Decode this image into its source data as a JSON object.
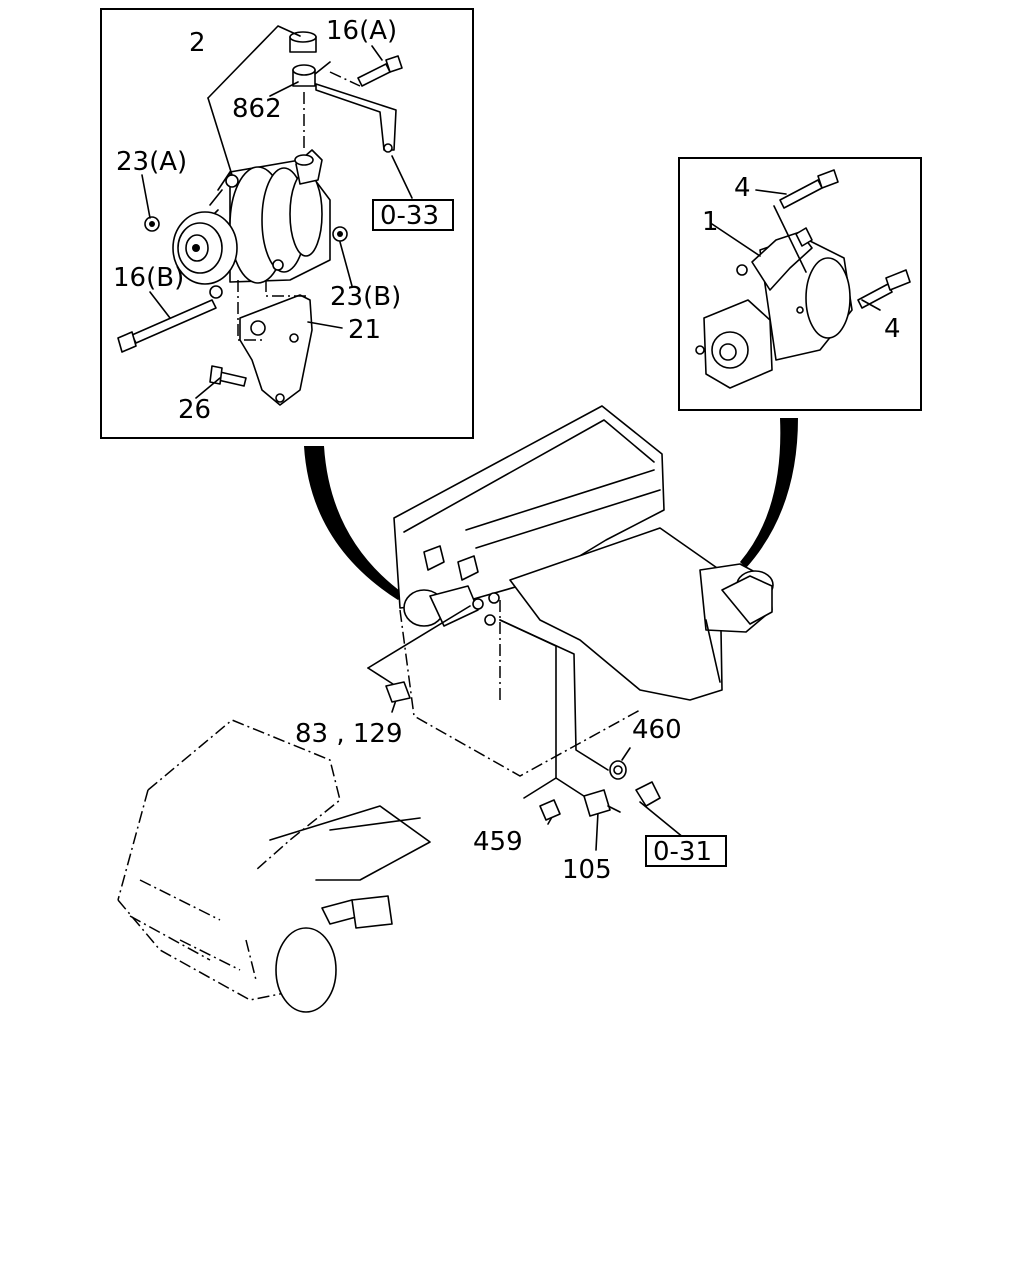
{
  "callouts": {
    "alt_2": "2",
    "bolt_16a": "16(A)",
    "cap_862": "862",
    "nut_23a": "23(A)",
    "bolt_16b": "16(B)",
    "nut_23b": "23(B)",
    "bracket_21": "21",
    "bolt_26": "26",
    "starter_1": "1",
    "bolt_4_top": "4",
    "bolt_4_right": "4",
    "bolt_83_129": "83 , 129",
    "washer_460": "460",
    "cap_459": "459",
    "sensor_105": "105"
  },
  "refs": {
    "ref_0_33": "0-33",
    "ref_0_31": "0-31"
  }
}
